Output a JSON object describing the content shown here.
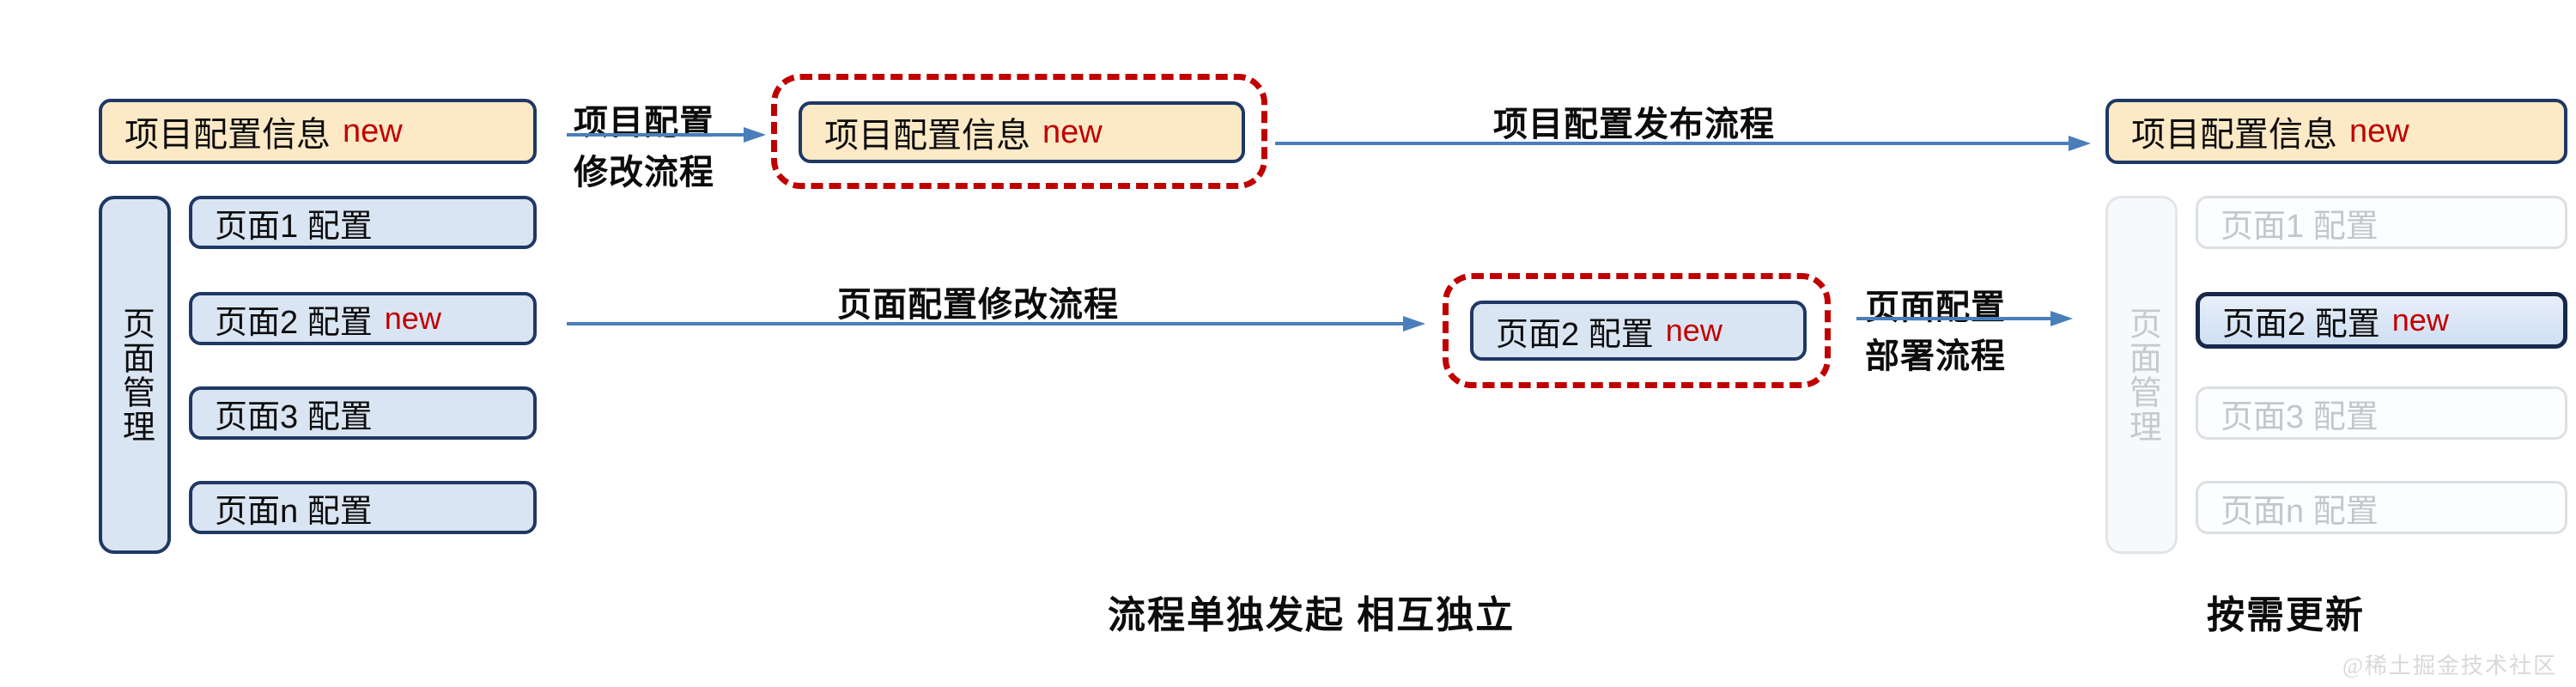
{
  "colors": {
    "yellow_fill": "#FCE9C6",
    "blue_fill": "#DAE5F3",
    "navy_border": "#1F3864",
    "red_dash": "#C00000",
    "new_tag": "#C00000",
    "arrow_blue": "#4A7EBB",
    "ghost_text": "#C3C6CA",
    "ghost_border": "#DCDFE3"
  },
  "left": {
    "project_box": {
      "title": "项目配置信息",
      "tag": "new"
    },
    "rail_label": "页面管理",
    "pages": [
      {
        "title": "页面1 配置",
        "tag": ""
      },
      {
        "title": "页面2 配置",
        "tag": "new"
      },
      {
        "title": "页面3 配置",
        "tag": ""
      },
      {
        "title": "页面n 配置",
        "tag": ""
      }
    ]
  },
  "middle": {
    "project_box": {
      "title": "项目配置信息",
      "tag": "new"
    },
    "page_box": {
      "title": "页面2 配置",
      "tag": "new"
    },
    "footer_caption": "流程单独发起 相互独立"
  },
  "right": {
    "project_box": {
      "title": "项目配置信息",
      "tag": "new"
    },
    "rail_label": "页面管理",
    "pages": [
      {
        "title": "页面1 配置",
        "tag": "",
        "active": false
      },
      {
        "title": "页面2 配置",
        "tag": "new",
        "active": true
      },
      {
        "title": "页面3 配置",
        "tag": "",
        "active": false
      },
      {
        "title": "页面n 配置",
        "tag": "",
        "active": false
      }
    ],
    "footer_caption": "按需更新"
  },
  "arrows": {
    "project_modify": {
      "line1": "项目配置",
      "line2": "修改流程"
    },
    "project_publish": {
      "label": "项目配置发布流程"
    },
    "page_modify": {
      "label": "页面配置修改流程"
    },
    "page_deploy": {
      "line1": "页面配置",
      "line2": "部署流程"
    }
  },
  "watermark": "@稀土掘金技术社区"
}
